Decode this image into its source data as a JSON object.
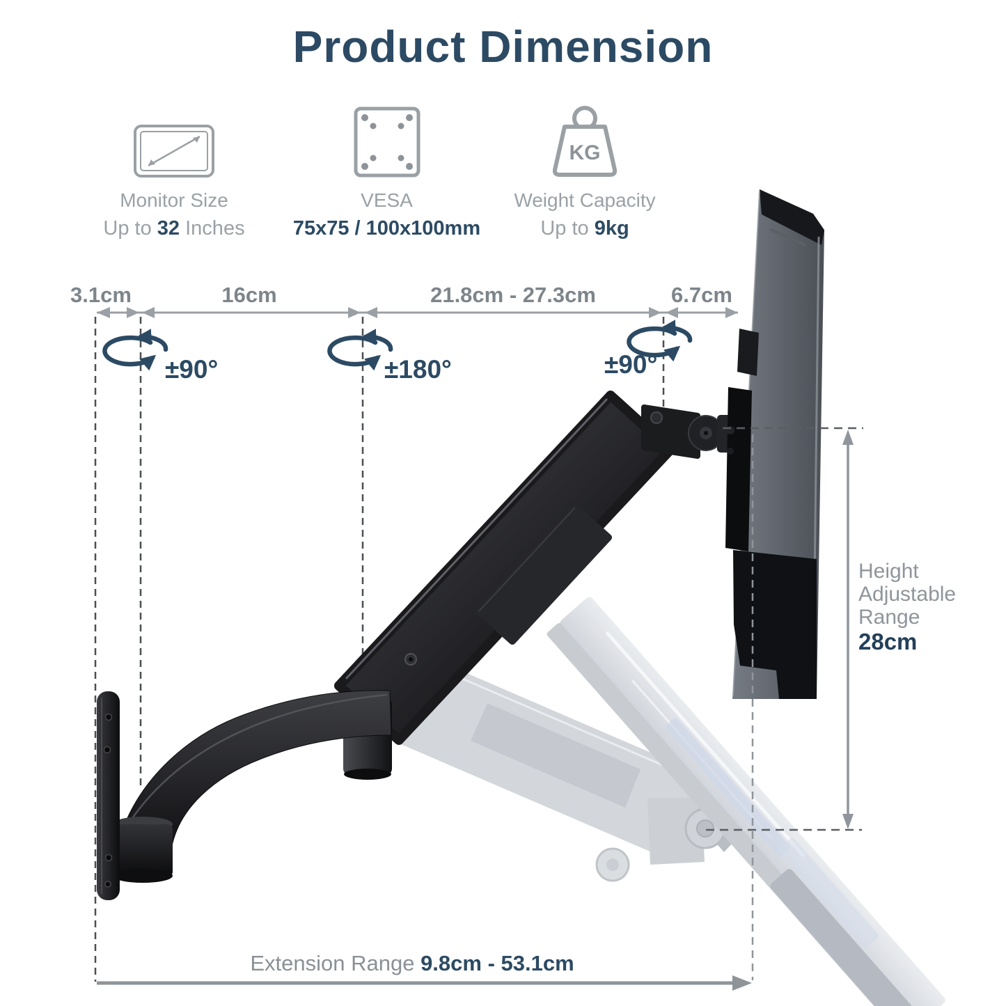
{
  "title": "Product Dimension",
  "specs": {
    "monitor": {
      "label": "Monitor Size",
      "pre": "Up to",
      "strong": "32",
      "post": "Inches"
    },
    "vesa": {
      "label": "VESA",
      "value": "75x75 / 100x100mm"
    },
    "weight": {
      "label": "Weight Capacity",
      "pre": "Up to",
      "strong": "9kg",
      "icon_text": "KG"
    }
  },
  "top_dims": {
    "d1": "3.1cm",
    "d2": "16cm",
    "d3": "21.8cm - 27.3cm",
    "d4": "6.7cm"
  },
  "rotations": {
    "r1": "±90°",
    "r2": "±180°",
    "r3": "±90°"
  },
  "height_range": {
    "line1": "Height",
    "line2": "Adjustable",
    "line3": "Range",
    "value": "28cm"
  },
  "extension": {
    "label": "Extension Range",
    "value": "9.8cm - 53.1cm"
  },
  "colors": {
    "accent": "#2c4a63",
    "gray_text": "#9aa1a6",
    "dim_line": "#9aa0a5"
  }
}
